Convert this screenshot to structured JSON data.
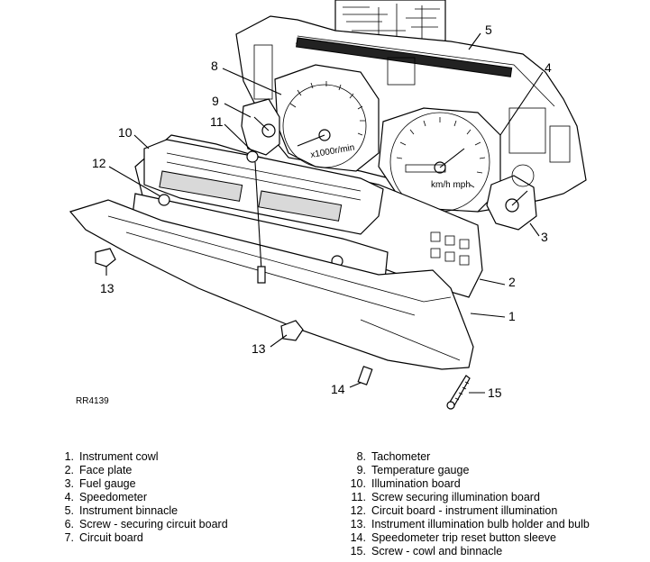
{
  "diagram": {
    "reference": "RR4139",
    "callouts": [
      "1",
      "2",
      "3",
      "4",
      "5",
      "8",
      "9",
      "10",
      "11",
      "12",
      "13",
      "13",
      "14",
      "15"
    ],
    "tacho_face_text": "x1000r/min",
    "speedo_face_text": "km/h mph"
  },
  "legend_left": [
    {
      "num": "1.",
      "text": "Instrument cowl"
    },
    {
      "num": "2.",
      "text": "Face plate"
    },
    {
      "num": "3.",
      "text": "Fuel gauge"
    },
    {
      "num": "4.",
      "text": "Speedometer"
    },
    {
      "num": "5.",
      "text": "Instrument binnacle"
    },
    {
      "num": "6.",
      "text": "Screw - securing circuit board"
    },
    {
      "num": "7.",
      "text": "Circuit board"
    }
  ],
  "legend_right": [
    {
      "num": "8.",
      "text": "Tachometer"
    },
    {
      "num": "9.",
      "text": "Temperature gauge"
    },
    {
      "num": "10.",
      "text": "Illumination board"
    },
    {
      "num": "11.",
      "text": "Screw securing illumination board"
    },
    {
      "num": "12.",
      "text": "Circuit board - instrument illumination"
    },
    {
      "num": "13.",
      "text": "Instrument illumination bulb holder and bulb"
    },
    {
      "num": "14.",
      "text": "Speedometer trip reset button sleeve"
    },
    {
      "num": "15.",
      "text": "Screw - cowl and binnacle"
    }
  ]
}
